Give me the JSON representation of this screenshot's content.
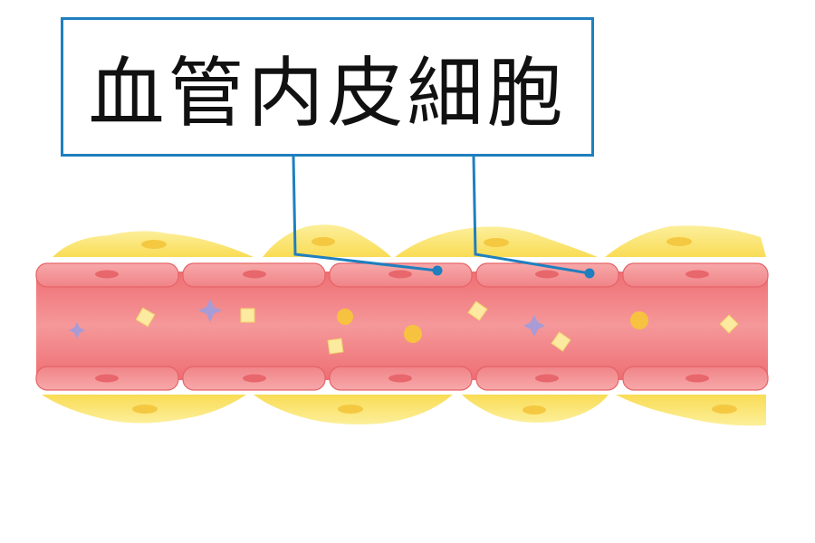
{
  "label": {
    "text": "血管内皮細胞"
  },
  "colors": {
    "label_border": "#1f7fbf",
    "leader_line": "#1f7fbf",
    "vessel_lumen": "#f07a7e",
    "endothelial_cell": "#f59a9c",
    "cell_nucleus": "#e8676c",
    "surrounding_cell": "#fbe77a",
    "surrounding_nucleus": "#f5c842",
    "particle_cream": "#fbeaa0",
    "particle_gold": "#f7c23f",
    "particle_purple": "#a89bd6"
  },
  "icons": {
    "particle_diamond": "diamond",
    "particle_square": "square",
    "particle_circle": "circle",
    "particle_star": "four-point-star"
  }
}
